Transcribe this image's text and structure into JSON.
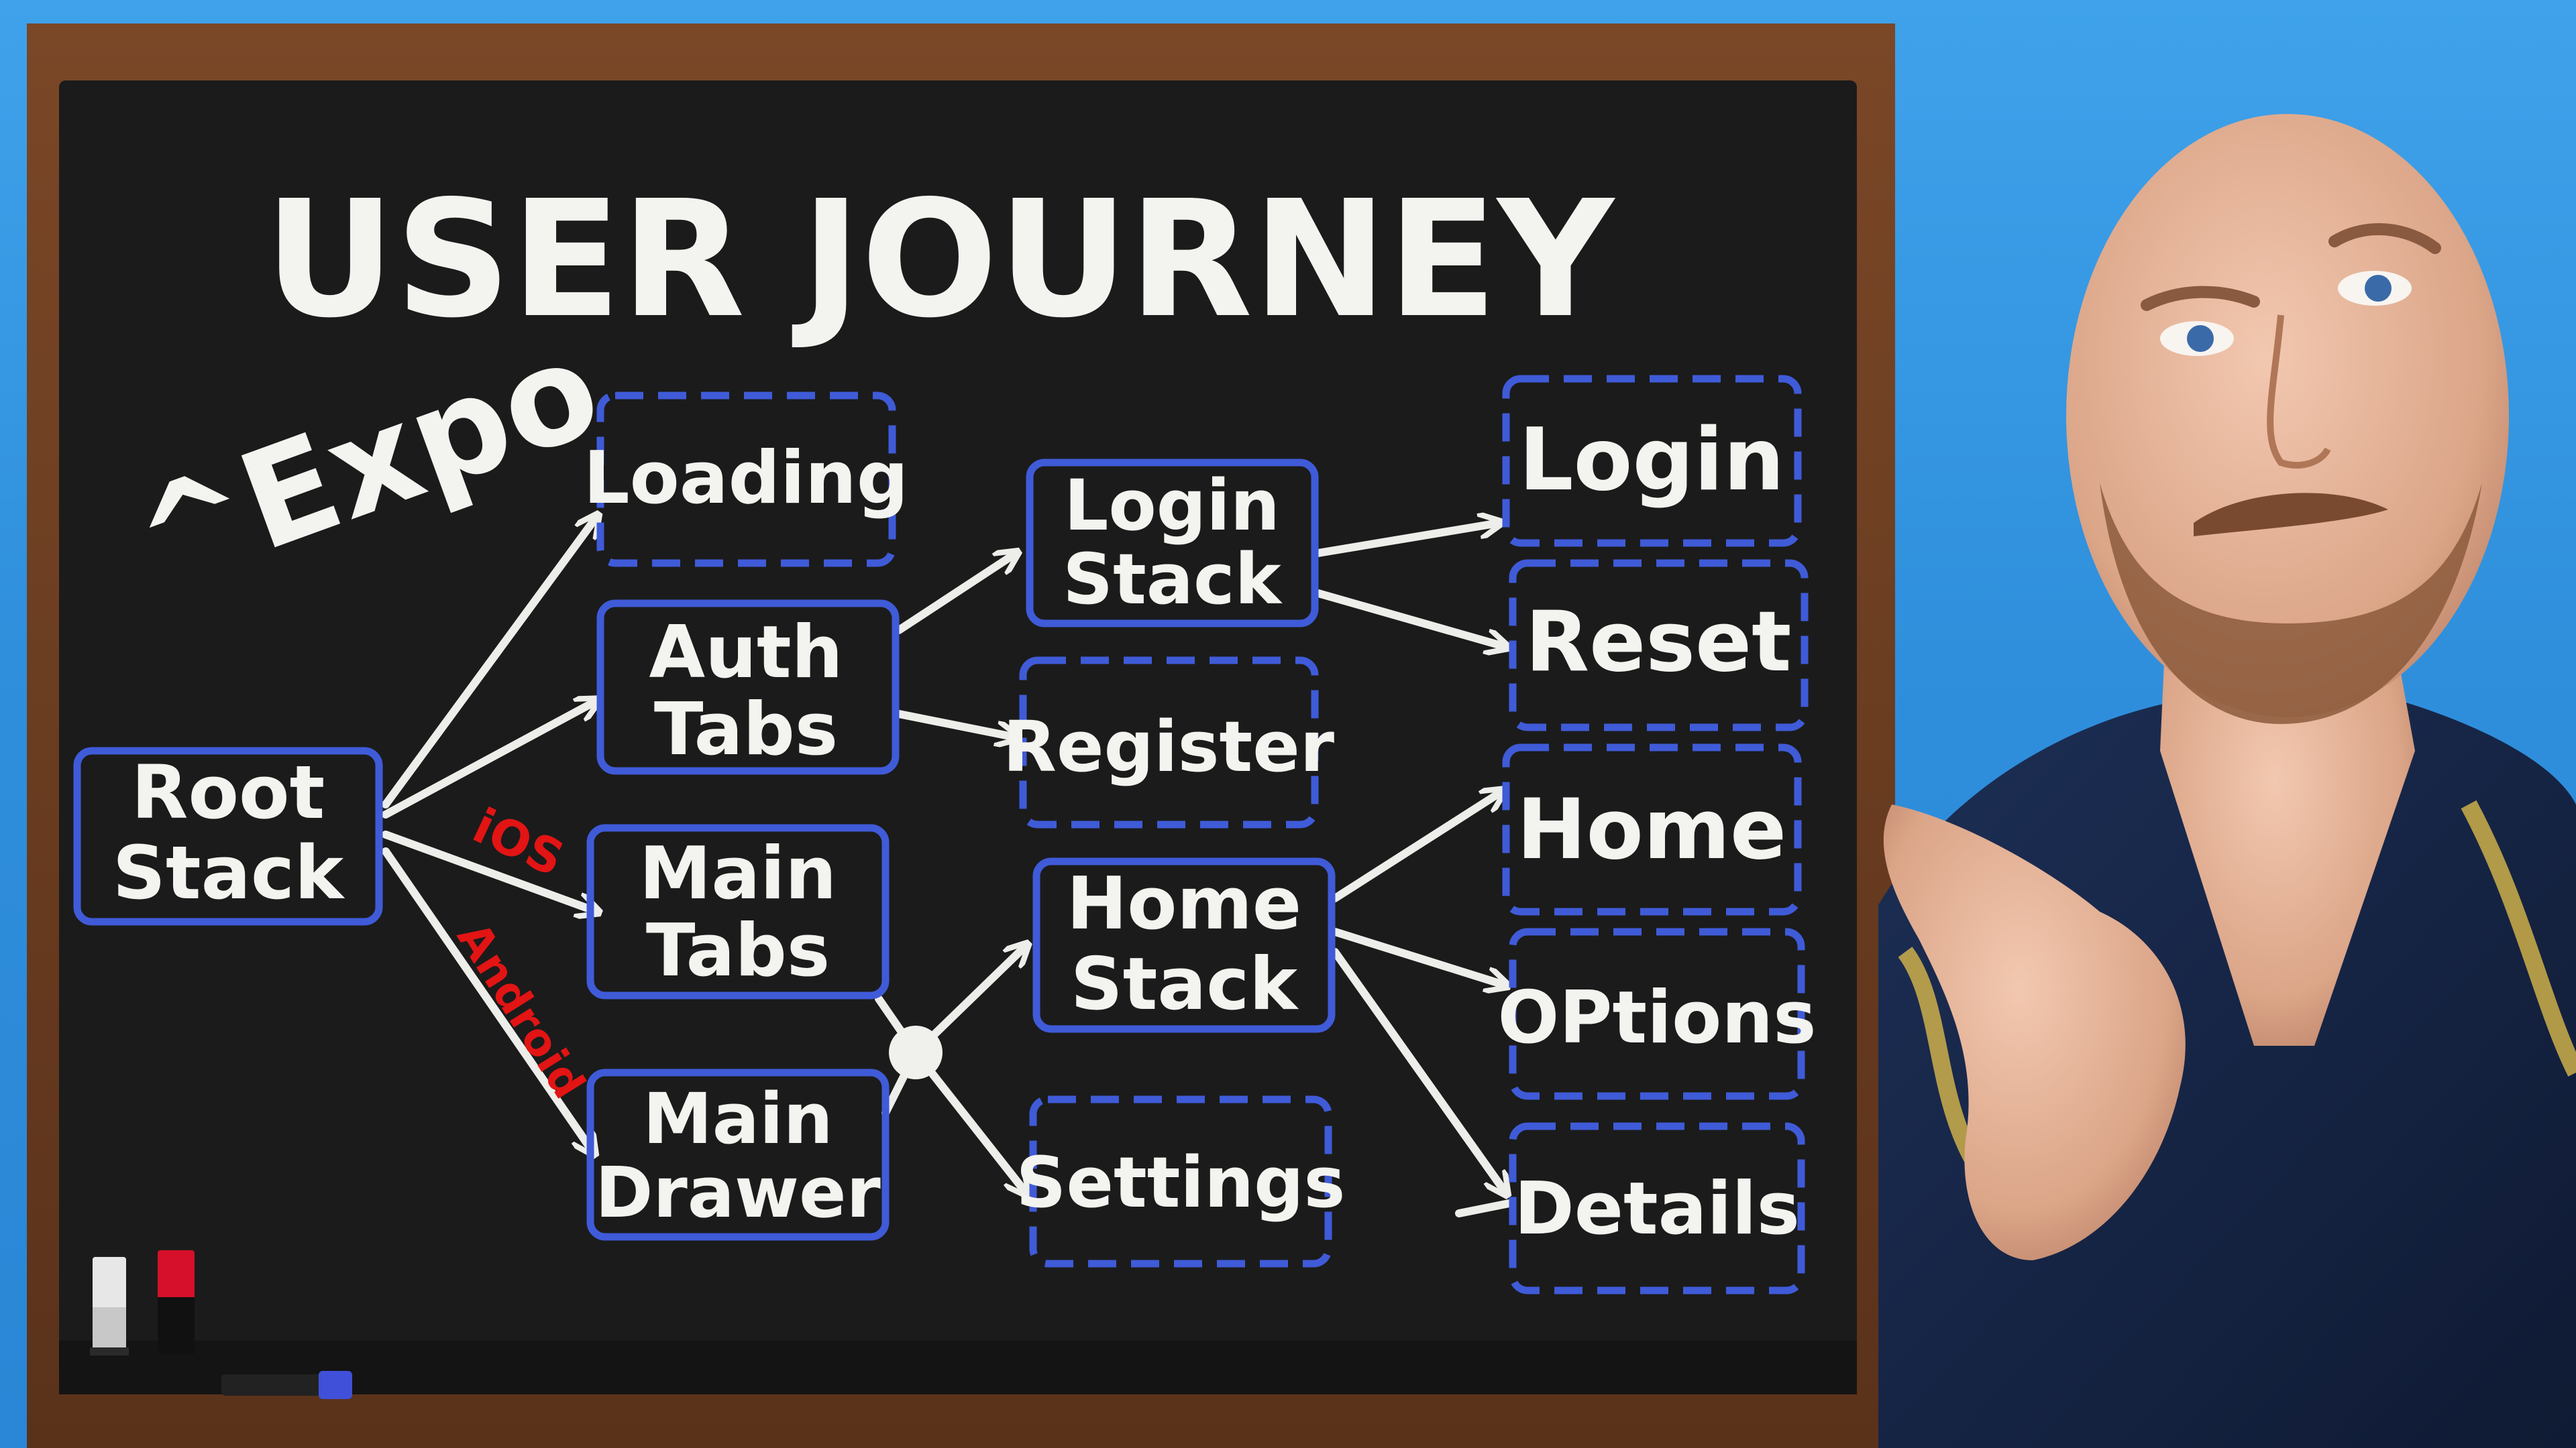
{
  "title": "USER JOURNEY",
  "annotation": "^Expo",
  "colors": {
    "board": "#1b1b1b",
    "frame": "#6b3d20",
    "node_border": "#3f5bd8",
    "chalk": "#f3f3ef",
    "platform_label": "#e21414",
    "sky": "#2f8fdc"
  },
  "nodes": {
    "root_stack": [
      "Root",
      "Stack"
    ],
    "loading": [
      "Loading"
    ],
    "auth_tabs": [
      "Auth",
      "Tabs"
    ],
    "main_tabs": [
      "Main",
      "Tabs"
    ],
    "main_drawer": [
      "Main",
      "Drawer"
    ],
    "login_stack": [
      "Login",
      "Stack"
    ],
    "register": [
      "Register"
    ],
    "home_stack": [
      "Home",
      "Stack"
    ],
    "settings": [
      "Settings"
    ],
    "login": [
      "Login"
    ],
    "reset": [
      "Reset"
    ],
    "home": [
      "Home"
    ],
    "options": [
      "OPtions"
    ],
    "details": [
      "Details"
    ]
  },
  "edge_labels": {
    "ios": "iOS",
    "android": "Android"
  },
  "markers": [
    "white-marker",
    "red-marker",
    "blue-marker"
  ]
}
